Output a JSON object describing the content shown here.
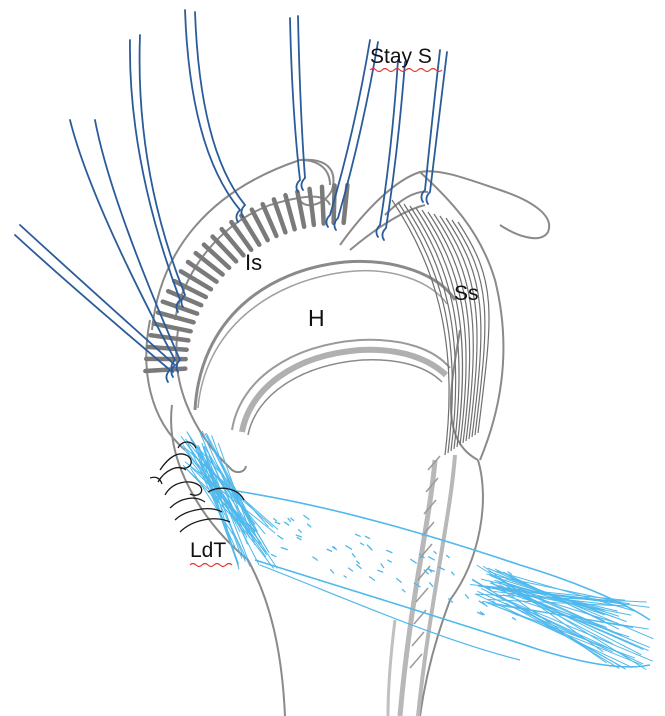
{
  "labels": {
    "stay_sutures": "Stay S",
    "infraspinatus": "Is",
    "humerus": "H",
    "supraspinatus": "Ss",
    "latissimus_dorsi_tendon": "LdT"
  },
  "colors": {
    "outline": "#8a8a8a",
    "muscle_fibers": "#7a7a7a",
    "sutures": "#2b5c9a",
    "tendon": "#4fb8ec",
    "knots": "#1a1a1a",
    "spellcheck_underline": "#e0382f"
  },
  "icons": [
    "suture-strand",
    "muscle-fiber",
    "tendon-fiber"
  ]
}
